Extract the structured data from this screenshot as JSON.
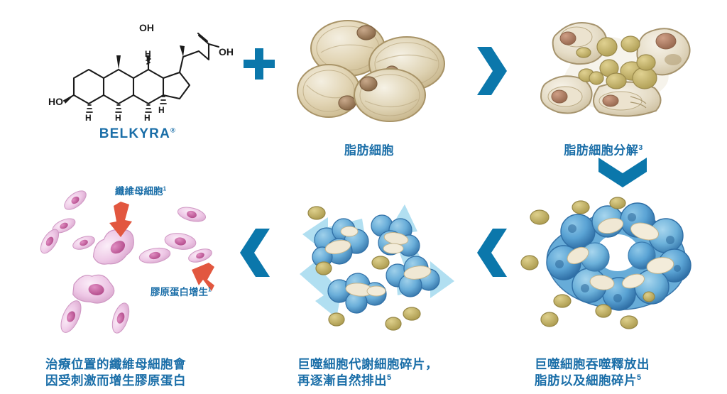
{
  "colors": {
    "accent_blue": "#0b77ab",
    "caption_blue": "#1a6ea8",
    "fat_cell_fill": "#ded0b0",
    "fat_cell_light": "#efe7d6",
    "fat_cell_edge": "#b9a87f",
    "fat_globule": "#c8b665",
    "macrophage_blue": "#4e9ed4",
    "macrophage_dark": "#2d6fa8",
    "arrow_light_blue": "#a9dcef",
    "fibroblast_pink": "#eec6e4",
    "fibroblast_nucleus": "#cf6fae",
    "red_arrow": "#e2573f",
    "molecule_line": "#1b1b1b",
    "background": "#ffffff"
  },
  "diagram": {
    "title_brand": "BELKYRA",
    "brand_superscript": "®"
  },
  "steps": [
    {
      "id": "step-1-molecule",
      "label": "BELKYRA",
      "superscript": "®",
      "kind": "chemical-structure"
    },
    {
      "id": "step-2-fat-cells",
      "label": "脂肪細胞",
      "superscript": "",
      "kind": "fat-cells"
    },
    {
      "id": "step-3-lysis",
      "label": "脂肪細胞分解",
      "superscript": "3",
      "kind": "fat-cell-lysis"
    },
    {
      "id": "step-4-macrophage-engulf",
      "label": "巨噬細胞吞噬釋放出\n脂肪以及細胞碎片",
      "superscript": "5",
      "kind": "macrophage-cluster"
    },
    {
      "id": "step-5-macrophage-clear",
      "label": "巨噬細胞代謝細胞碎片，\n再逐漸自然排出",
      "superscript": "5",
      "kind": "macrophage-dispersal"
    },
    {
      "id": "step-6-fibroblasts",
      "label": "治療位置的纖維母細胞會\n因受刺激而增生膠原蛋白",
      "superscript": "",
      "kind": "fibroblasts"
    }
  ],
  "inline_labels": [
    {
      "id": "fibroblast-label",
      "text": "纖維母細胞",
      "superscript": "1"
    },
    {
      "id": "collagen-label",
      "text": "膠原蛋白增生",
      "superscript": "1"
    }
  ],
  "molecule": {
    "atom_labels": [
      "OH",
      "HO",
      "OH",
      "H",
      "H",
      "H",
      "H"
    ],
    "name": "deoxycholic acid"
  },
  "connectors": [
    {
      "id": "plus-connector",
      "glyph": "plus",
      "direction": "none"
    },
    {
      "id": "chevron-right-top",
      "glyph": "chevron",
      "direction": "right"
    },
    {
      "id": "chevron-down-right",
      "glyph": "chevron",
      "direction": "down"
    },
    {
      "id": "chevron-left-mid",
      "glyph": "chevron",
      "direction": "left"
    },
    {
      "id": "chevron-left-bottom",
      "glyph": "chevron",
      "direction": "left"
    }
  ]
}
